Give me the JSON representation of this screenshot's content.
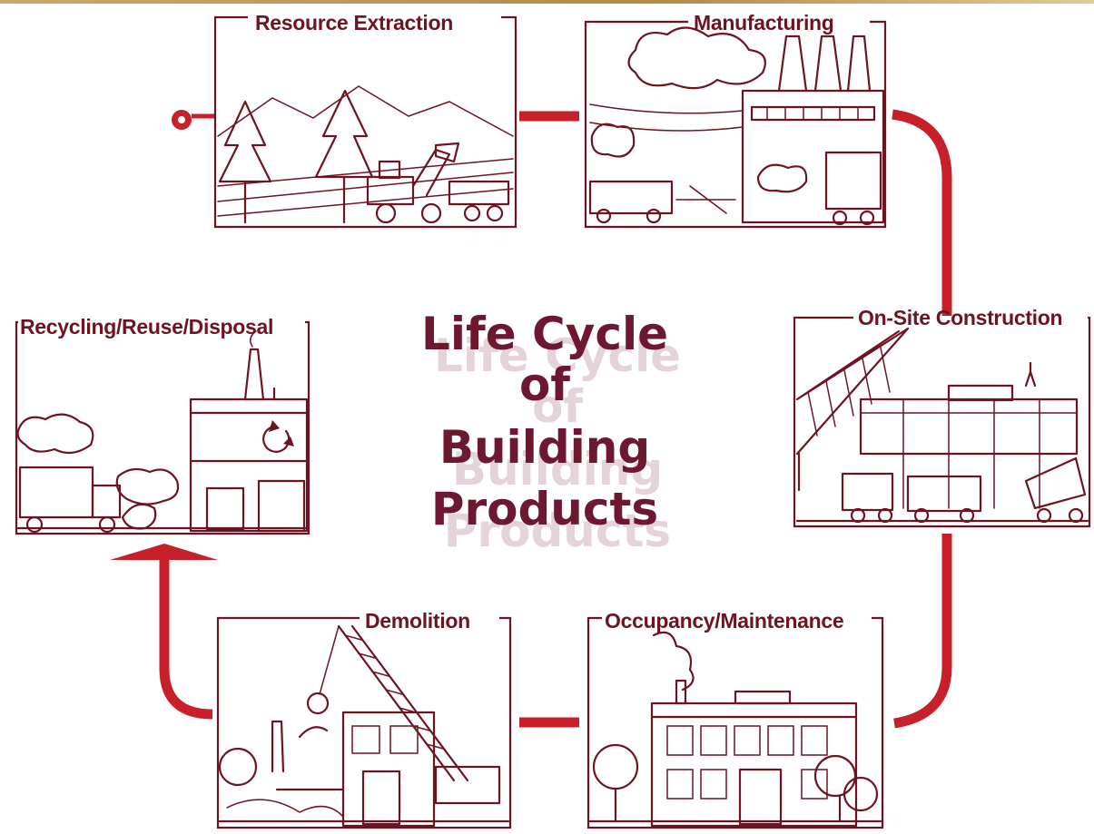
{
  "title": {
    "line1": "Life Cycle",
    "line2": "of",
    "line3": "Building",
    "line4": "Products"
  },
  "stages": {
    "resource_extraction": "Resource Extraction",
    "manufacturing": "Manufacturing",
    "on_site_construction": "On-Site Construction",
    "occupancy_maintenance": "Occupancy/Maintenance",
    "demolition": "Demolition",
    "recycling": "Recycling/Reuse/Disposal"
  },
  "colors": {
    "ink": "#6e1420",
    "flow_arrow": "#c8202a",
    "title": "#6e1830"
  },
  "icons": [
    "recycle-icon"
  ]
}
